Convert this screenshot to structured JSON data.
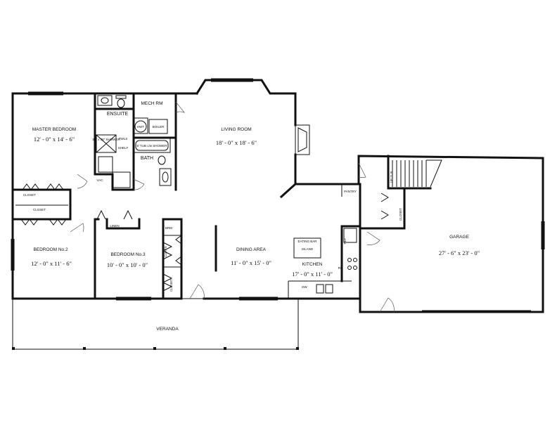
{
  "rooms": {
    "master_bedroom": {
      "name": "MASTER BEDROOM",
      "size": "12' - 0\" x 14' - 6\""
    },
    "ensuite": {
      "name": "ENSUITE"
    },
    "mech_rm": {
      "name": "MECH RM"
    },
    "hwt": {
      "name": "HWT"
    },
    "boiler": {
      "name": "BOILER"
    },
    "living_room": {
      "name": "LIVING ROOM",
      "size": "18' - 0\" x 18' - 6\""
    },
    "shower_small": {
      "name": "36\" x 36\" SHOWER"
    },
    "twls": {
      "name": "TWLS"
    },
    "shelf": {
      "name": "SHELF"
    },
    "tub_shower": {
      "name": "5' TUB c/w SHOWER"
    },
    "bath": {
      "name": "BATH"
    },
    "vac": {
      "name": "VAC"
    },
    "pantry": {
      "name": "PANTRY"
    },
    "up": {
      "name": "UP 11 R"
    },
    "closet_1": {
      "name": "CLOSET"
    },
    "closet_2": {
      "name": "CLOSET"
    },
    "closet_3": {
      "name": "CLOSET"
    },
    "closet_4": {
      "name": "CLOSET"
    },
    "linen": {
      "name": "LINEN"
    },
    "brm": {
      "name": "BRM"
    },
    "coats": {
      "name": "COATS"
    },
    "bedroom2": {
      "name": "BEDROOM No.2",
      "size": "12' - 0\" x 11' - 6\""
    },
    "bedroom3": {
      "name": "BEDROOM No.3",
      "size": "10' - 0\" x 10' - 0\""
    },
    "dining": {
      "name": "DINING AREA",
      "size": "11' - 0\" x 15' - 0\""
    },
    "eating_bar": {
      "name": "EATING BAR"
    },
    "island": {
      "name": "ISLAND"
    },
    "kitchen": {
      "name": "KITCHEN",
      "size": "17' - 0\" x 11' - 0\""
    },
    "garage": {
      "name": "GARAGE",
      "size": "27' - 6\" x 23' - 0\""
    },
    "veranda": {
      "name": "VERANDA"
    },
    "ref": {
      "name": "REF"
    },
    "rg": {
      "name": "RG"
    },
    "dw": {
      "name": "DW"
    }
  }
}
